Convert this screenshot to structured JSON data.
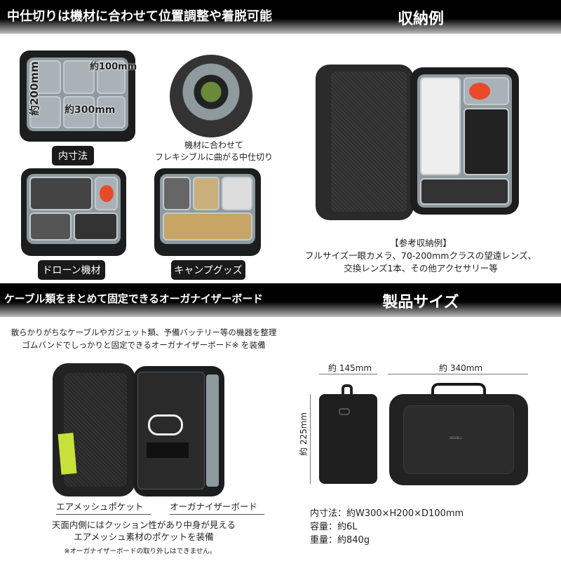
{
  "sections": {
    "partitions": {
      "title": "中仕切りは機材に合わせて位置調整や着脱可能",
      "dims": {
        "depth": "約100mm",
        "height": "約200mm",
        "width": "約300mm"
      },
      "labels": {
        "inner": "内寸法",
        "drone": "ドローン機材",
        "camp": "キャンプグッズ"
      },
      "flex_caption": [
        "機材に合わせて",
        "フレキシブルに曲がる中仕切り"
      ]
    },
    "storage_example": {
      "title": "収納例",
      "caption": [
        "【参考収納例】",
        "フルサイズ一眼カメラ、70-200mmクラスの望遠レンズ、",
        "交換レンズ1本、その他アクセサリー等"
      ]
    },
    "organizer": {
      "title": "ケーブル類をまとめて固定できるオーガナイザーボード",
      "description": [
        "散らかりがちなケーブルやガジェット類、予備バッテリー等の機器を整理",
        "ゴムバンドでしっかりと固定できるオーガナイザーボード※ を装備"
      ],
      "callouts": {
        "mesh": "エアメッシュポケット",
        "board": "オーガナイザーボード"
      },
      "note": [
        "天面内側にはクッション性があり中身が見える",
        "エアメッシュ素材のポケットを装備"
      ],
      "footnote": "※オーガナイザーボードの取り外しはできません。"
    },
    "product_size": {
      "title": "製品サイズ",
      "depth": "約 145mm",
      "width": "約 340mm",
      "height": "約 225mm",
      "specs": [
        "内寸法：約W300×H200×D100mm",
        "容量：約6L",
        "重量：約840g"
      ],
      "logo": "SKSHELL"
    }
  }
}
